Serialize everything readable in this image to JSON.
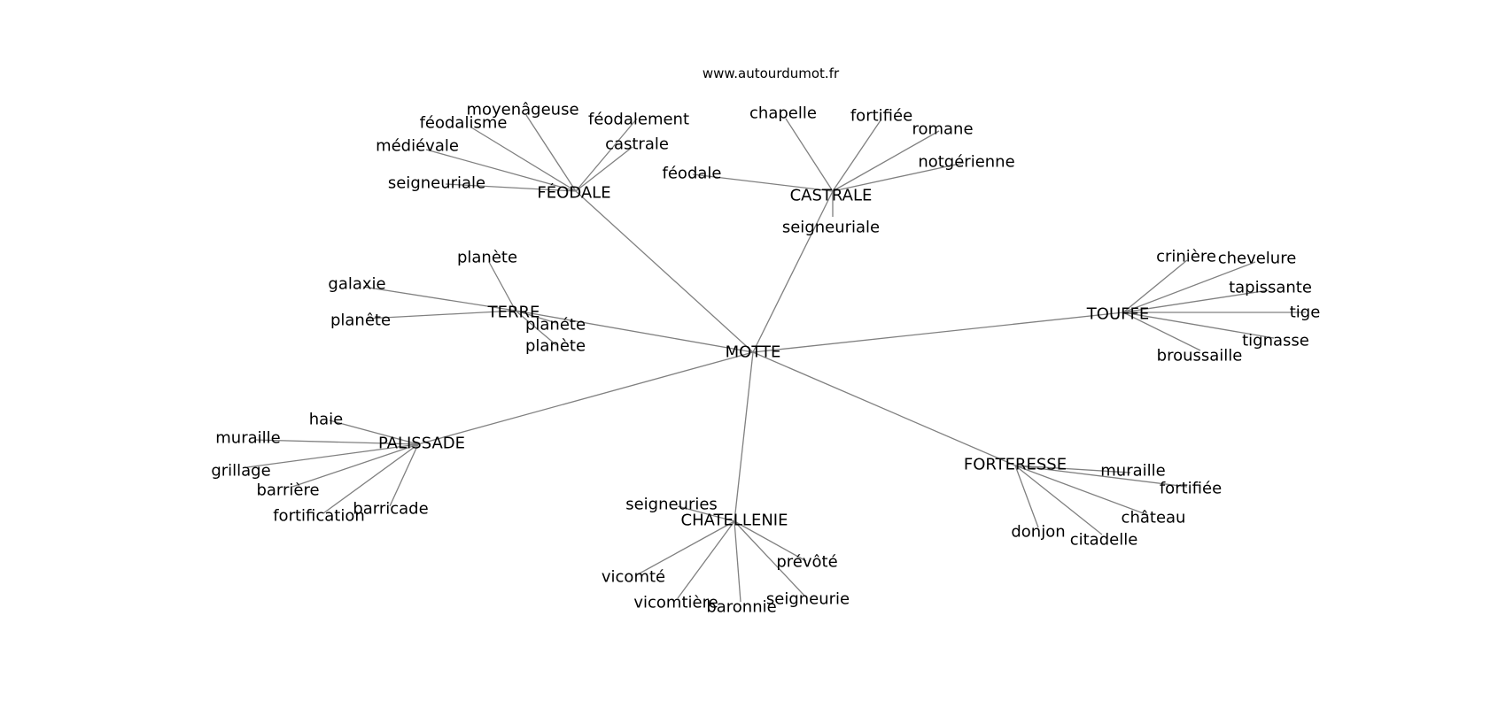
{
  "caption": "www.autourdumot.fr",
  "colors": {
    "edge": "#808080",
    "text": "#000000",
    "background": "#ffffff"
  },
  "graph": {
    "center": "MOTTE",
    "hubs": [
      {
        "id": "feodale",
        "label": "FÉODALE",
        "leaves": [
          "moyenâgeuse",
          "féodalisme",
          "médiévale",
          "seigneuriale",
          "féodalement",
          "castrale"
        ]
      },
      {
        "id": "castrale",
        "label": "CASTRALE",
        "leaves": [
          "chapelle",
          "fortifiée",
          "romane",
          "notgérienne",
          "féodale",
          "seigneuriale"
        ]
      },
      {
        "id": "terre",
        "label": "TERRE",
        "leaves": [
          "planète",
          "galaxie",
          "planête",
          "planéte",
          "planète"
        ]
      },
      {
        "id": "touffe",
        "label": "TOUFFE",
        "leaves": [
          "crinière",
          "chevelure",
          "tapissante",
          "tige",
          "tignasse",
          "broussaille"
        ]
      },
      {
        "id": "palissade",
        "label": "PALISSADE",
        "leaves": [
          "haie",
          "muraille",
          "grillage",
          "barrière",
          "fortification",
          "barricade"
        ]
      },
      {
        "id": "chatellenie",
        "label": "CHATELLENIE",
        "leaves": [
          "seigneuries",
          "vicomté",
          "vicomtière",
          "baronnie",
          "seigneurie",
          "prévôté"
        ]
      },
      {
        "id": "forteresse",
        "label": "FORTERESSE",
        "leaves": [
          "muraille",
          "fortifiée",
          "château",
          "citadelle",
          "donjon"
        ]
      }
    ]
  }
}
